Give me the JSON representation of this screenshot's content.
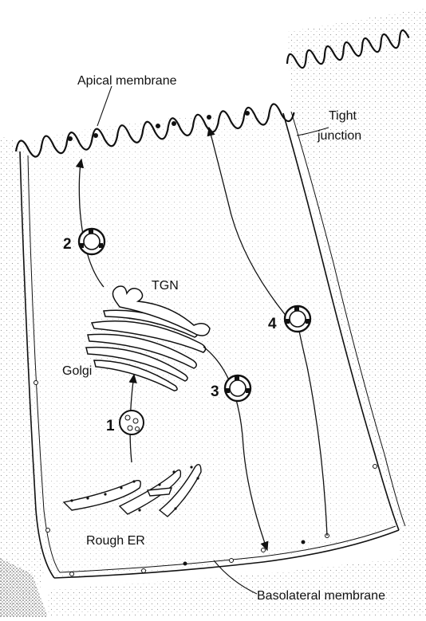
{
  "labels": {
    "apical_membrane": "Apical membrane",
    "tight_junction_line1": "Tight",
    "tight_junction_line2": "junction",
    "tgn": "TGN",
    "golgi": "Golgi",
    "rough_er": "Rough ER",
    "basolateral_membrane": "Basolateral membrane"
  },
  "steps": [
    "1",
    "2",
    "3",
    "4"
  ]
}
